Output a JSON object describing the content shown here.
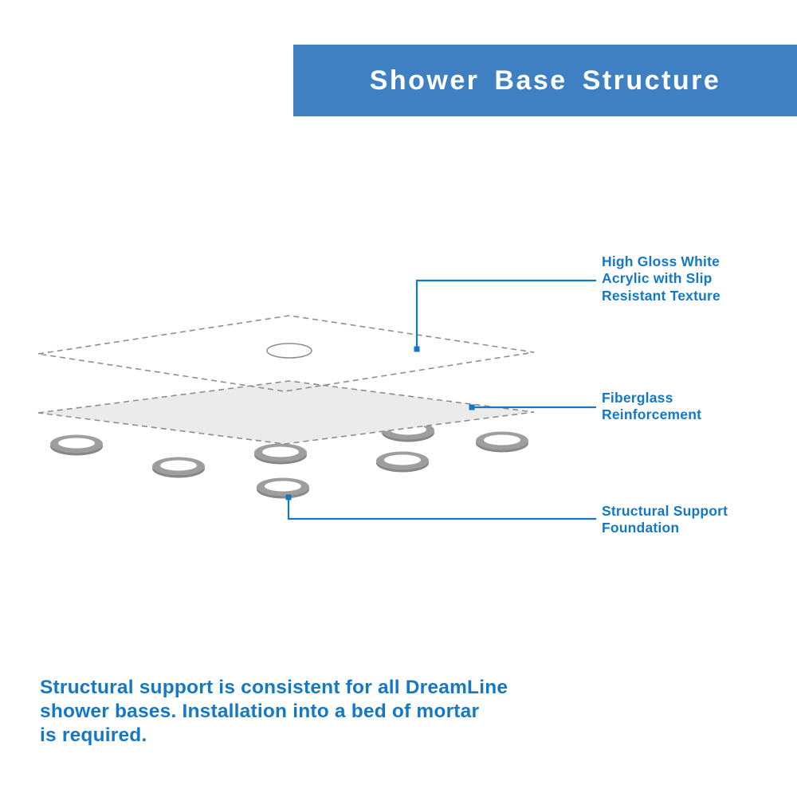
{
  "header": {
    "title": "Shower Base Structure"
  },
  "callouts": {
    "acrylic": "High Gloss White\nAcrylic with Slip\nResistant Texture",
    "fiberglass": "Fiberglass\nReinforcement",
    "foundation": "Structural Support\nFoundation"
  },
  "footer": {
    "text": "Structural support is consistent for all DreamLine\nshower bases. Installation into a bed of mortar\nis required."
  },
  "colors": {
    "banner-bg": "#3e80c2",
    "accent": "#1478c5",
    "dash-gray": "#8f8f8f",
    "layer-fill": "#ebebeb",
    "ring-gray": "#9e9e9e",
    "ring-shade": "#878787"
  }
}
